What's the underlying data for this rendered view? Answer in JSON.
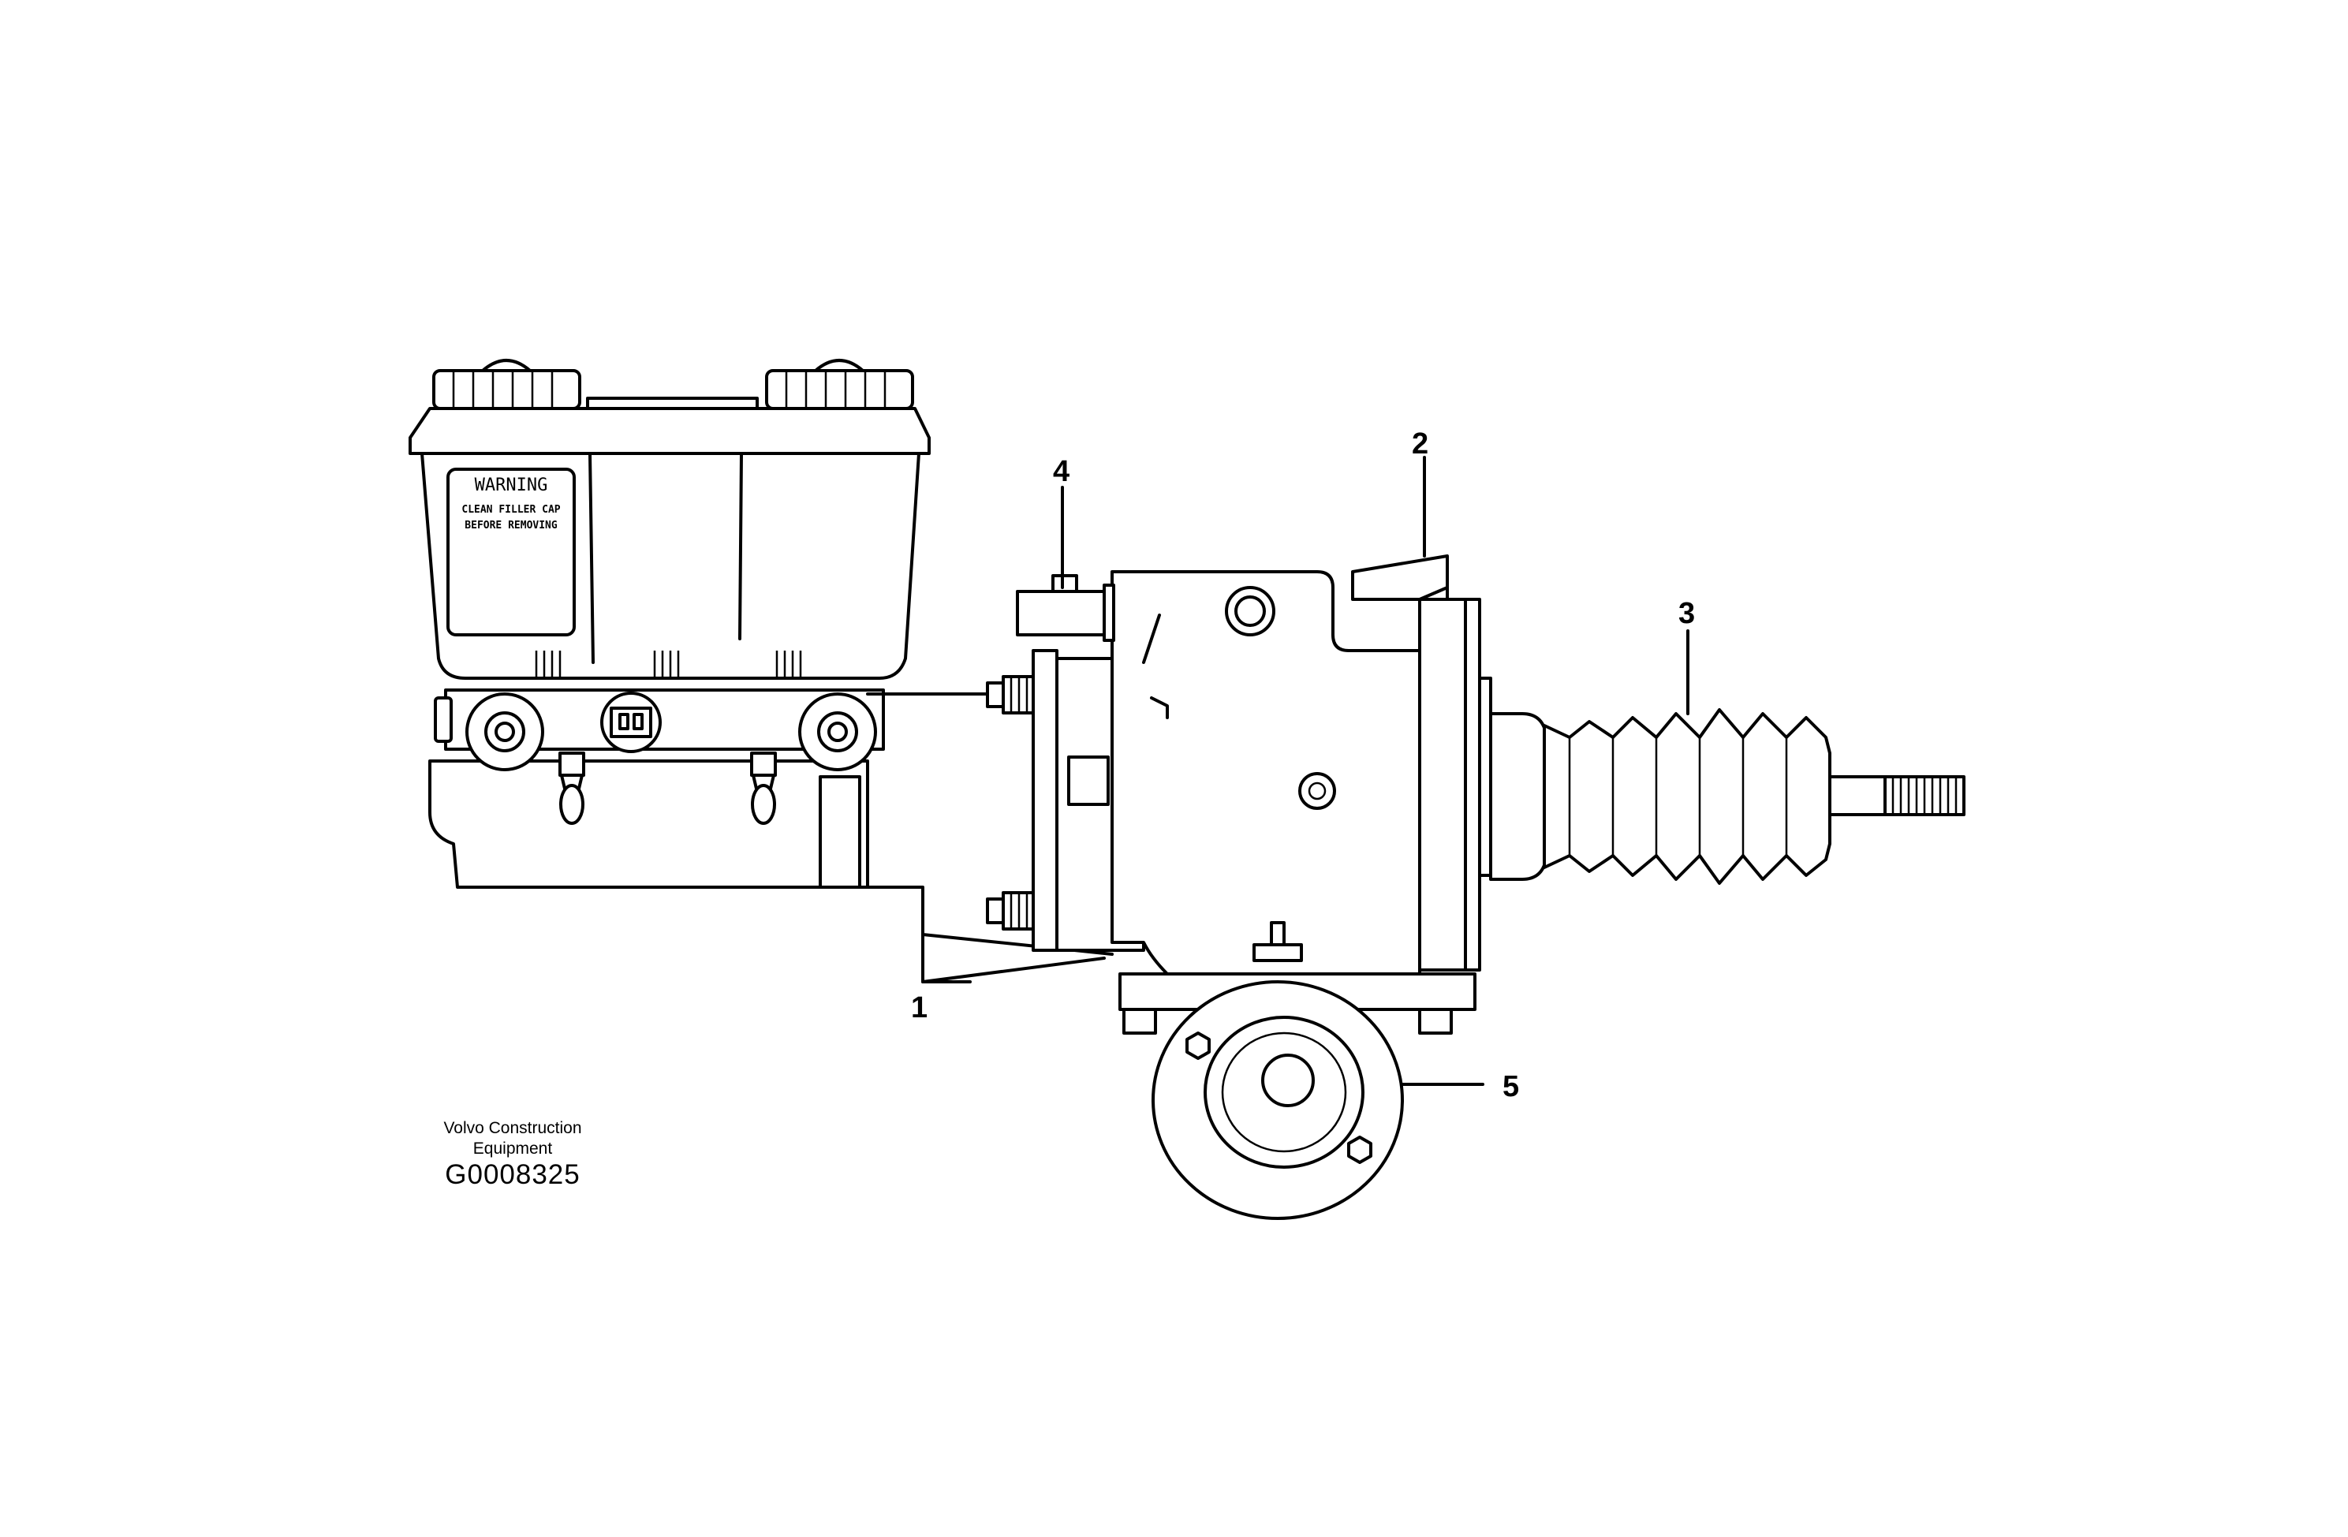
{
  "reservoir_label": {
    "heading": "WARNING",
    "line1": "CLEAN FILLER CAP",
    "line2": "BEFORE REMOVING"
  },
  "callouts": [
    "1",
    "2",
    "3",
    "4",
    "5"
  ],
  "footer": {
    "credit_line1": "Volvo Construction",
    "credit_line2": "Equipment",
    "code": "G0008325"
  }
}
